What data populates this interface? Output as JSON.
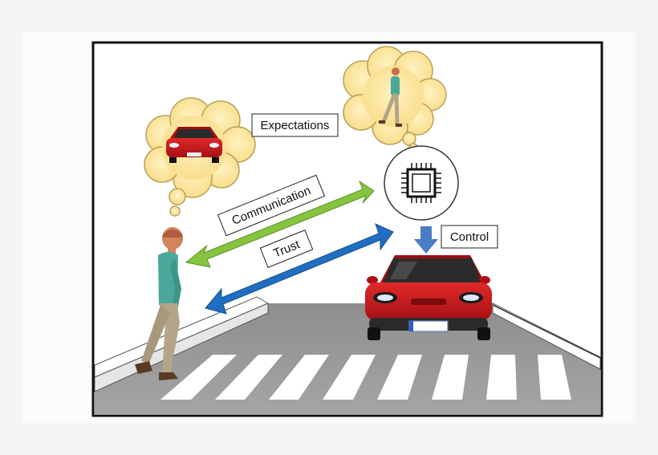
{
  "diagram": {
    "labels": {
      "expectations": "Expectations",
      "communication": "Communication",
      "trust": "Trust",
      "control": "Control"
    },
    "icons": {
      "chip": "microchip-icon",
      "pedestrian": "pedestrian-figure",
      "car": "red-car",
      "thought_car": "thought-bubble-car",
      "thought_pedestrian": "thought-bubble-pedestrian"
    },
    "colors": {
      "communication_arrow": "#86c440",
      "trust_arrow": "#1f6ec1",
      "control_arrow": "#4a7dc6",
      "car_body": "#d0161e",
      "bubble_fill": "#fbe59a",
      "road": "#9b9b9b"
    }
  }
}
